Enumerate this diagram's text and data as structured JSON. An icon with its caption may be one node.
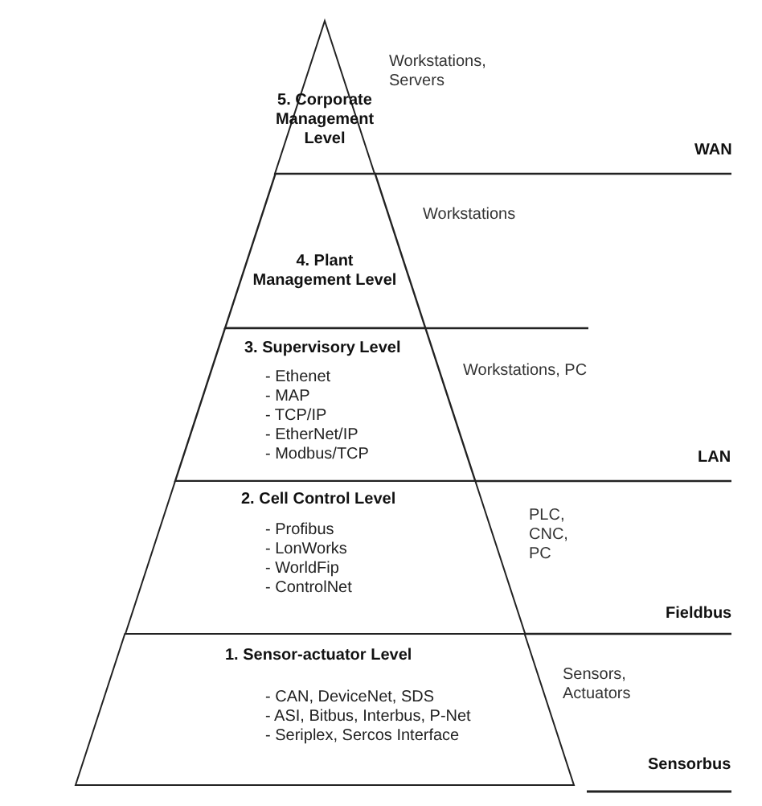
{
  "diagram": {
    "nodes": [
      {
        "text": [
          "5. Corporate Management Level"
        ],
        "beside": [
          "Workstations, Servers"
        ]
      },
      {
        "text": [
          "4. Plant Management Level"
        ],
        "beside": [
          "Workstations"
        ]
      },
      {
        "text": [
          "3. Supervisory Level",
          "- Ethenet",
          "- MAP",
          "- TCP/IP",
          "- EtherNet/IP",
          "- Modbus/TCP"
        ],
        "beside": [
          "Workstations, PC"
        ]
      },
      {
        "text": [
          "2. Cell Control Level",
          "- Profibus",
          "- LonWorks",
          "- WorldFip",
          "- ControlNet"
        ],
        "beside": [
          "PLC, CNC, PC"
        ]
      },
      {
        "text": [
          "1. Sensor-actuator Level",
          "- CAN, DeviceNet, SDS",
          "- ASI, Bitbus, Interbus, P-Net",
          "- Seriplex, Sercos Interface"
        ],
        "beside": [
          "Sensors, Actuators"
        ]
      }
    ],
    "labels": [
      "WAN",
      "LAN",
      "Fieldbus",
      "Sensorbus"
    ]
  }
}
